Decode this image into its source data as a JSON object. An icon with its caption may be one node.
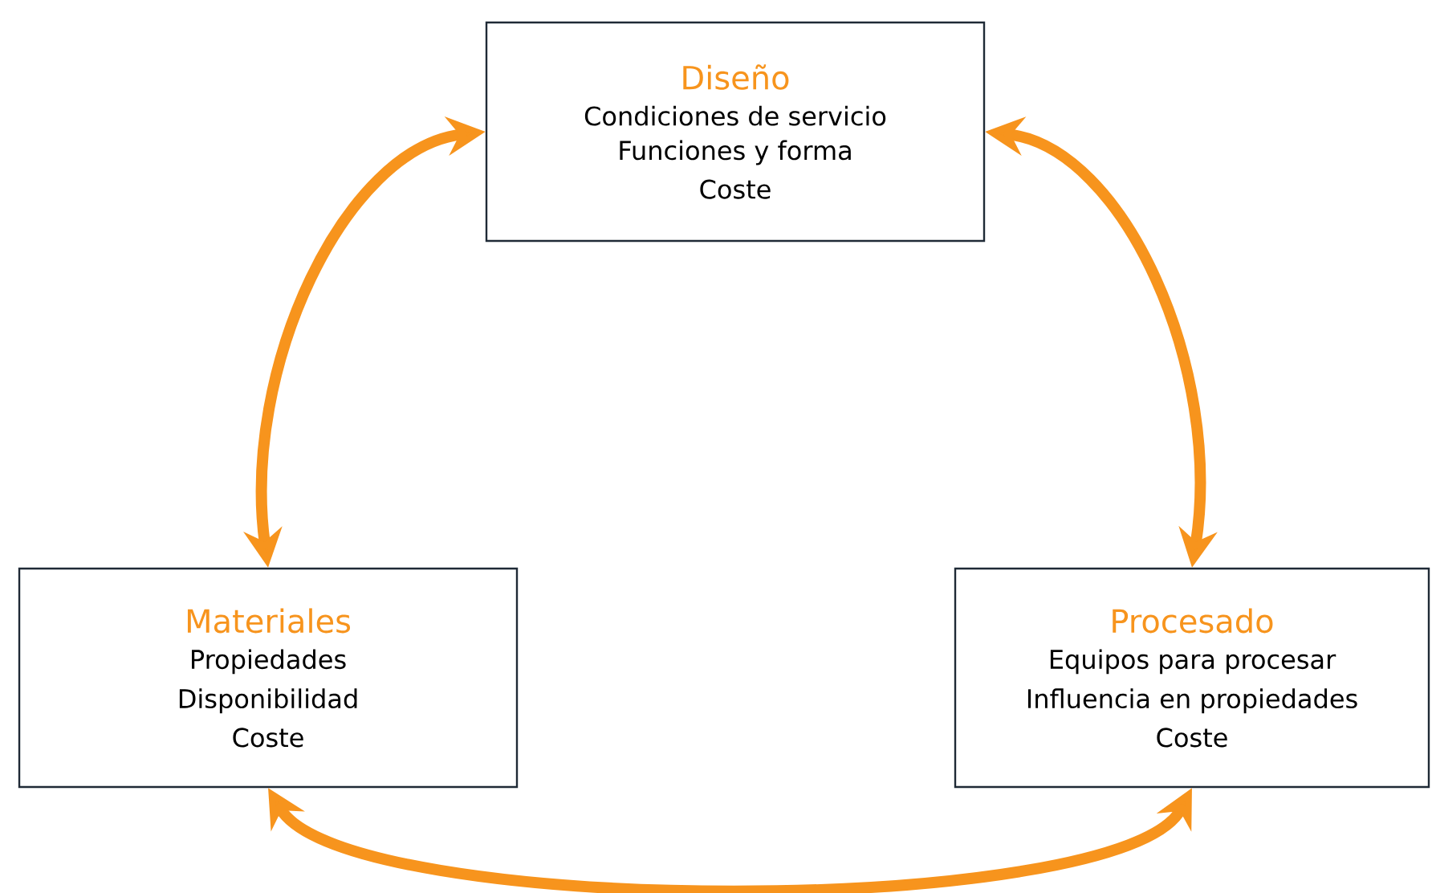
{
  "diagram": {
    "nodes": [
      {
        "text": [
          "Diseño",
          "Condiciones de servicio",
          "Funciones y forma",
          "Coste"
        ]
      },
      {
        "text": [
          "Materiales",
          "Propiedades",
          "Disponibilidad",
          "Coste"
        ]
      },
      {
        "text": [
          "Procesado",
          "Equipos para procesar",
          "Influencia en propiedades",
          "Coste"
        ]
      }
    ],
    "edges": [
      {
        "from": 0,
        "to": 1,
        "arrow": "both"
      },
      {
        "from": 0,
        "to": 2,
        "arrow": "both"
      },
      {
        "from": 1,
        "to": 2,
        "arrow": "both"
      }
    ]
  }
}
